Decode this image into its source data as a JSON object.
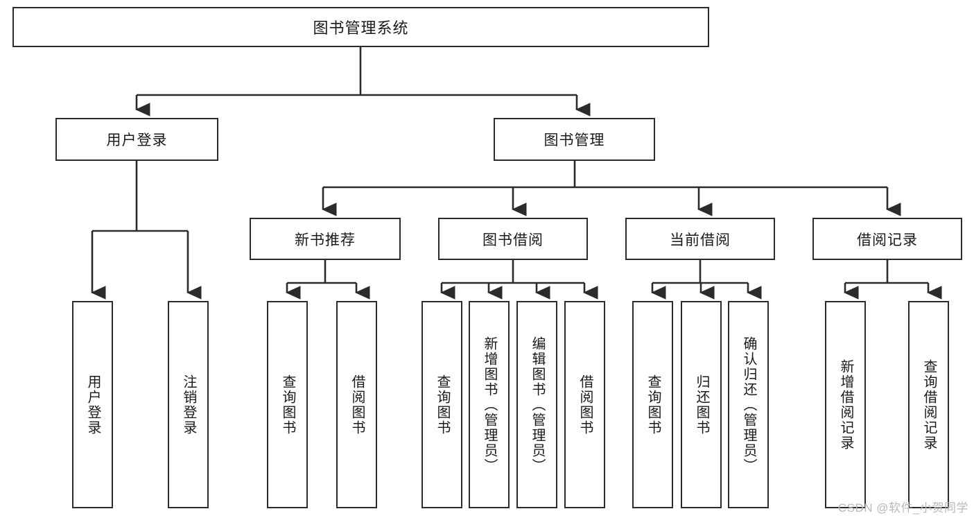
{
  "diagram": {
    "title": "图书管理系统",
    "type": "tree-hierarchy-diagram",
    "root": {
      "label": "图书管理系统"
    },
    "level2": [
      {
        "label": "用户登录"
      },
      {
        "label": "图书管理"
      }
    ],
    "level3": [
      {
        "label": "新书推荐"
      },
      {
        "label": "图书借阅"
      },
      {
        "label": "当前借阅"
      },
      {
        "label": "借阅记录"
      }
    ],
    "leaves": {
      "user_login": [
        {
          "label": "用户登录"
        },
        {
          "label": "注销登录"
        }
      ],
      "new_book_recommend": [
        {
          "label": "查询图书"
        },
        {
          "label": "借阅图书"
        }
      ],
      "book_borrow": [
        {
          "label": "查询图书"
        },
        {
          "label": "新增图书（管理员）"
        },
        {
          "label": "编辑图书（管理员）"
        },
        {
          "label": "借阅图书"
        }
      ],
      "current_borrow": [
        {
          "label": "查询图书"
        },
        {
          "label": "归还图书"
        },
        {
          "label": "确认归还（管理员）"
        }
      ],
      "borrow_record": [
        {
          "label": "新增借阅记录"
        },
        {
          "label": "查询借阅记录"
        }
      ]
    }
  },
  "watermark": {
    "text": "CSDN @软件_小贺同学"
  },
  "colors": {
    "stroke": "#2b2b2b",
    "text": "#1a1a1a",
    "background": "#ffffff",
    "watermark": "#b9b9b9"
  }
}
